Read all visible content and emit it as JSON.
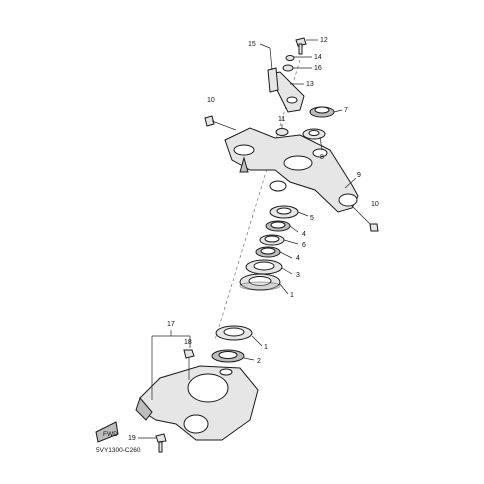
{
  "diagram": {
    "code": "5VY1300-C260",
    "fwd_label": "FWD",
    "callouts": {
      "c1a": "1",
      "c1b": "1",
      "c2": "2",
      "c3": "3",
      "c4a": "4",
      "c4b": "4",
      "c5": "5",
      "c6": "6",
      "c7": "7",
      "c8": "8",
      "c9": "9",
      "c10a": "10",
      "c10b": "10",
      "c11": "11",
      "c12": "12",
      "c13": "13",
      "c14": "14",
      "c15": "15",
      "c16": "16",
      "c17": "17",
      "c18": "18",
      "c19": "19"
    }
  }
}
